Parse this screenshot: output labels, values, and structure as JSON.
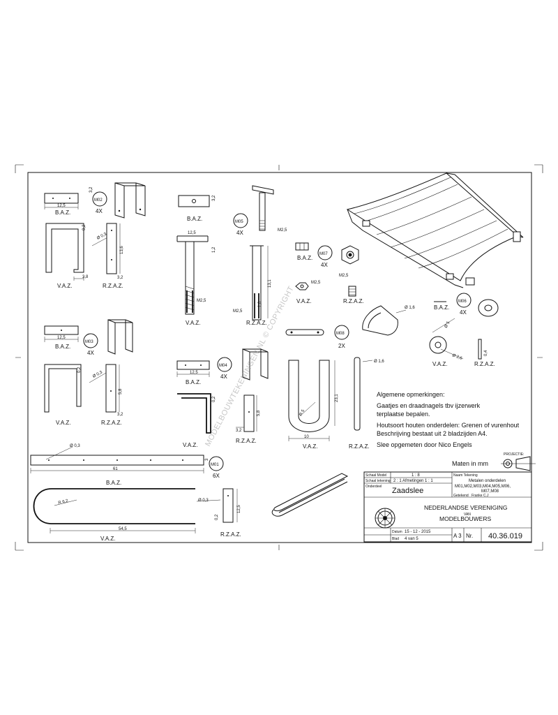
{
  "drawing": {
    "views": {
      "baz": "B.A.Z.",
      "vaz": "V.A.Z.",
      "rzaz": "R.Z.A.Z."
    },
    "parts": {
      "m01": {
        "tag": "M01",
        "qty": "6X"
      },
      "m02": {
        "tag": "M02",
        "qty": "4X"
      },
      "m03": {
        "tag": "M03",
        "qty": "4X"
      },
      "m04": {
        "tag": "M04",
        "qty": "4X"
      },
      "m05": {
        "tag": "M05",
        "qty": "4X"
      },
      "m06": {
        "tag": "M06",
        "qty": "4X"
      },
      "m07": {
        "tag": "M07",
        "qty": "4X"
      },
      "m08": {
        "tag": "M08",
        "qty": "2X"
      }
    },
    "dims": {
      "d125": "12,5",
      "d32": "3,2",
      "d02": "0,2",
      "phi03": "Ø 0,3",
      "d136": "13,6",
      "d38": "3,8",
      "d58": "5,8",
      "m25": "M2,5",
      "d12": "1,2",
      "d131": "13,1",
      "d10": "1,0",
      "d231": "23,1",
      "r5": "R 5",
      "d_10": "10",
      "phi16": "Ø 1,6",
      "phi5": "Ø 5",
      "phi26": "Ø 2,6",
      "d04": "0,4",
      "d61": "61",
      "r62": "R 6,2",
      "d545": "54,5",
      "d3": "3"
    },
    "notes": {
      "heading": "Algemene opmerkingen:",
      "lines": [
        "Gaatjes en draadnagels tbv ijzerwerk",
        "terplaatse bepalen.",
        "Houtsoort houten onderdelen: Grenen of vurenhout",
        "Beschrijving bestaat uit 2 bladzijden A4.",
        "Slee opgemeten door Nico Engels"
      ],
      "units": "Maten in mm",
      "projection": "PROJECTIE:"
    },
    "title_block": {
      "schaal_model_label": "Schaal Model",
      "schaal_model": "1 : 8",
      "schaal_tekening_label": "Schaal tekening",
      "schaal_tekening": "2 : 1 Afmetingen 1 : 1",
      "object_label": "Onderdeel",
      "object": "Zaadslee",
      "title_label": "Naam Tekening",
      "title_lines": [
        "Metalen onderdelen",
        "M01,M02,M03,M04,M05,M06,",
        "M07,M08"
      ],
      "drawn_label": "Getekend",
      "drawn_by": "Franke C.J",
      "org_line1": "NEDERLANDSE VERENIGING",
      "org_line2": "VAN",
      "org_line3": "MODELBOUWERS",
      "date_label": "Datum",
      "date": "15 - 12 - 2015",
      "sheet_label": "Blad",
      "sheet": "4  van  5",
      "format": "A 3",
      "nr_label": "Nr.",
      "number": "40.36.019"
    },
    "watermark": "MODELBOUWTEKENINGEN.NL © COPYRIGHT"
  }
}
